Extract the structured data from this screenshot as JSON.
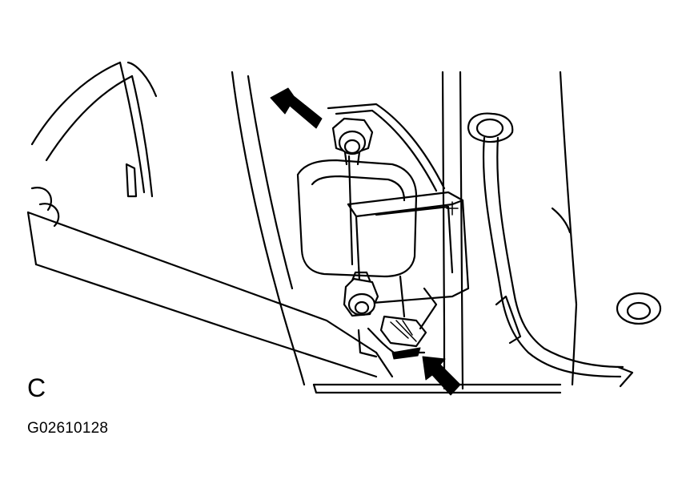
{
  "figure": {
    "view_letter": "C",
    "figure_code": "G02610128"
  },
  "icons": {
    "upper_arrow": "arrow-pointing-to-upper-bolt",
    "lower_arrow": "arrow-pointing-to-connector"
  },
  "colors": {
    "line": "#000000",
    "background": "#ffffff"
  }
}
